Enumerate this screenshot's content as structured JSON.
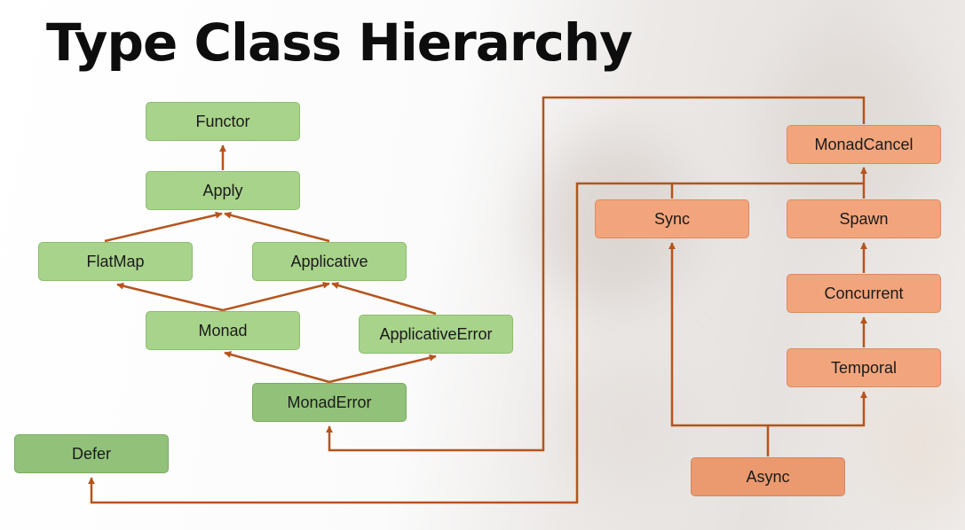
{
  "title": "Type Class Hierarchy",
  "nodes": {
    "functor": "Functor",
    "apply": "Apply",
    "flatmap": "FlatMap",
    "applicative": "Applicative",
    "monad": "Monad",
    "applicative_error": "ApplicativeError",
    "monad_error": "MonadError",
    "defer": "Defer",
    "monad_cancel": "MonadCancel",
    "sync": "Sync",
    "spawn": "Spawn",
    "concurrent": "Concurrent",
    "temporal": "Temporal",
    "async": "Async"
  },
  "colors": {
    "cats_node": "#a8d38b",
    "cats_effect_node": "#f2a57c",
    "arrow": "#b5541c"
  }
}
